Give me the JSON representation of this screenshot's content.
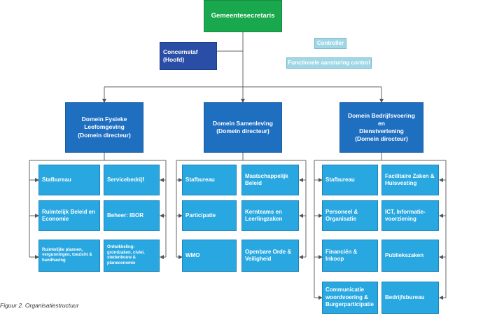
{
  "top": "Gemeentesecretaris",
  "staff": [
    "Concernstaf",
    "(Hoofd)"
  ],
  "legend": {
    "controller": "Controller",
    "functional": "Functionele aansturing control"
  },
  "domains": [
    {
      "title": [
        "Domein Fysieke",
        "Leefomgeving",
        "(Domein directeur)"
      ],
      "units": [
        "Stafbureau",
        "Servicebedrijf",
        "Ruimtelijk Beleid en Economie",
        "Beheer: IBOR",
        "Ruimtelijke plannen, vergunningen, toezicht & handhaving",
        "Ontwikkeling: grondzaken, civiel, stedenbouw & planeconomie"
      ]
    },
    {
      "title": [
        "Domein Samenleving",
        "(Domein directeur)"
      ],
      "units": [
        "Stafbureau",
        "Maatschappelijk Beleid",
        "Participatie",
        "Kernteams en Leerlingzaken",
        "WMO",
        "Openbare Orde & Veiligheid"
      ]
    },
    {
      "title": [
        "Domein Bedrijfsvoering en",
        "Dienstverlening",
        "(Domein directeur)"
      ],
      "units": [
        "Stafbureau",
        "Facilitaire Zaken & Huisvesting",
        "Personeel & Organisatie",
        "ICT, Informatie-voorziening",
        "Financiën & Inkoop",
        "Publiekszaken",
        "Communicatie woordvoering & Burgerparticipatie",
        "Bedrijfsbureau"
      ]
    }
  ],
  "caption": "Figuur 2. Organisatiestructuur"
}
